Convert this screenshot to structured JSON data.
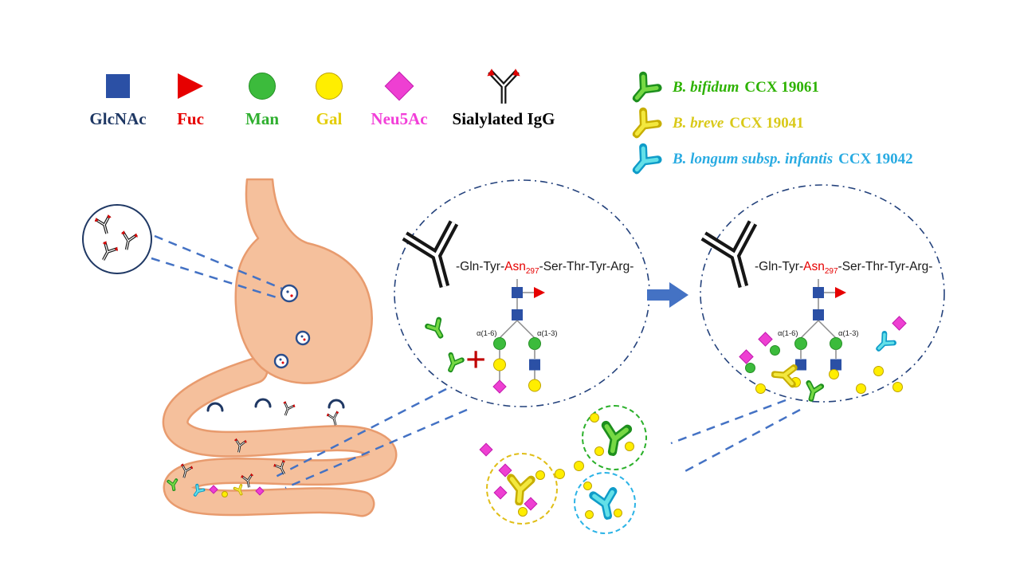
{
  "monosaccharide_legend": {
    "items": [
      {
        "label": "GlcNAc",
        "icon": "glcnac-square-icon",
        "color": "#2B50A5"
      },
      {
        "label": "Fuc",
        "icon": "fuc-triangle-icon",
        "color": "#E60000"
      },
      {
        "label": "Man",
        "icon": "man-circle-icon",
        "color": "#3CBB3C"
      },
      {
        "label": "Gal",
        "icon": "gal-circle-icon",
        "color": "#FFF200"
      },
      {
        "label": "Neu5Ac",
        "icon": "neu5ac-diamond-icon",
        "color": "#F23FD8"
      },
      {
        "label": "Sialylated IgG",
        "icon": "sialylated-igg-icon",
        "color": "#161616"
      }
    ]
  },
  "bacteria_legend": {
    "items": [
      {
        "species": "B. bifidum",
        "strain": "CCX 19061",
        "color": "#2DB200"
      },
      {
        "species": "B. breve",
        "strain": "CCX 19041",
        "color": "#D9C919"
      },
      {
        "species": "B. longum subsp. infantis",
        "strain": "CCX 19042",
        "color": "#29ABE2"
      }
    ]
  },
  "peptide": {
    "pre": "-Gln-Tyr-",
    "residue": "Asn",
    "subscript": "297",
    "post": "-Ser-Thr-Tyr-Arg-"
  },
  "glycan": {
    "alpha_left": "α(1-6)",
    "alpha_right": "α(1-3)"
  },
  "plus_sign": "+",
  "colors": {
    "stomach_fill": "#F5C09C",
    "stomach_outline": "#E89B6E",
    "connector_blue": "#4472C4",
    "ellipse_dash": "#24427C",
    "arrow_blue": "#4472C4",
    "culture_yellow": "#E0BE17",
    "culture_green": "#2AB02A",
    "culture_cyan": "#2BB3E6"
  }
}
